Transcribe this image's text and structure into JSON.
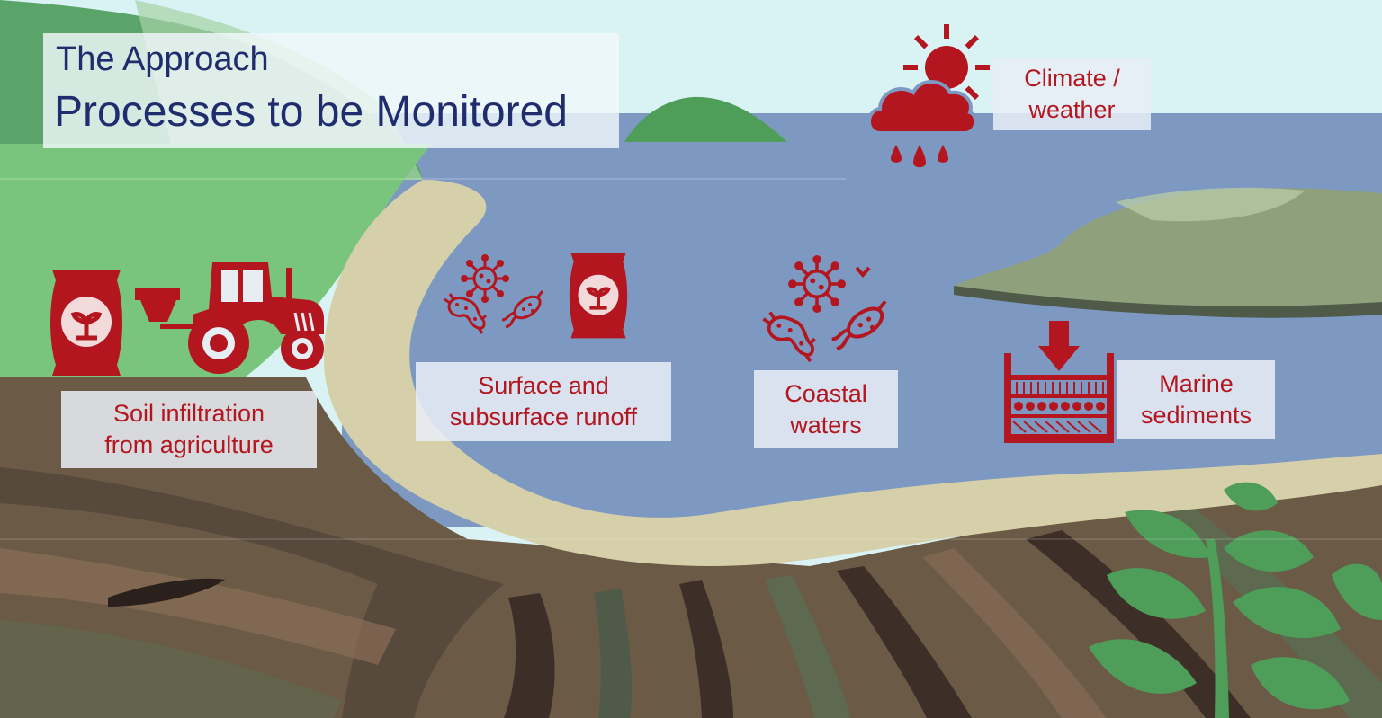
{
  "header": {
    "subtitle": "The Approach",
    "title": "Processes to be Monitored"
  },
  "labels": {
    "climate": [
      "Climate /",
      "weather"
    ],
    "soil": [
      "Soil infiltration",
      "from agriculture"
    ],
    "runoff": [
      "Surface and",
      "subsurface runoff"
    ],
    "coastal": [
      "Coastal",
      "waters"
    ],
    "marine": [
      "Marine",
      "sediments"
    ]
  },
  "icons": {
    "fertilizer_bag": "fertilizer-bag-icon",
    "tractor": "tractor-icon",
    "virus": "virus-icon",
    "bacteria": "bacteria-icon",
    "weather": "sun-rain-cloud-icon",
    "sediment": "sediment-core-icon"
  },
  "colors": {
    "accent": "#b3161e",
    "title": "#1f2d6e",
    "sky": "#d9f3f5",
    "water": "#7d99c2",
    "sand": "#d5d0a9",
    "grass": "#79c57e",
    "soil": "#6b5a46"
  }
}
